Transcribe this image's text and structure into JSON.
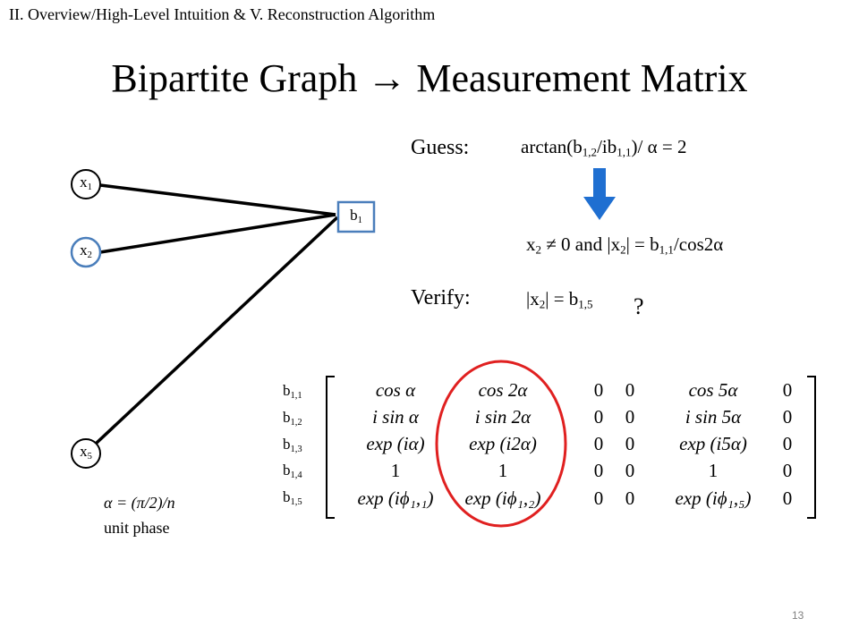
{
  "header": {
    "section": "II. Overview/High-Level Intuition & V. Reconstruction Algorithm",
    "title": "Bipartite Graph → Measurement Matrix"
  },
  "graph": {
    "nodes": [
      {
        "id": "x1",
        "base": "x",
        "sub": "1",
        "stroke": "#000000"
      },
      {
        "id": "x2",
        "base": "x",
        "sub": "2",
        "stroke": "#4a7ebb"
      },
      {
        "id": "x5",
        "base": "x",
        "sub": "5",
        "stroke": "#000000"
      }
    ],
    "measurement_node": {
      "base": "b",
      "sub": "1",
      "stroke": "#4a7ebb"
    },
    "alpha_def": "α = (π/2)/n",
    "unit_phase": "unit phase"
  },
  "guess": {
    "label": "Guess:",
    "formula": {
      "a": "arctan(b",
      "a_sub": "1,2",
      "b": "/ib",
      "b_sub": "1,1",
      "c": ")/ α = 2"
    },
    "arrow_color": "#1f6fd1",
    "result": {
      "a": "x",
      "a_sub": "2",
      "b": " ≠ 0 and |x",
      "b_sub": "2",
      "c": "| = b",
      "c_sub": "1,1",
      "d": "/cos2α"
    }
  },
  "verify": {
    "label": "Verify:",
    "formula": {
      "a": "|x",
      "a_sub": "2",
      "b": "| = b",
      "b_sub": "1,5"
    },
    "question": "?"
  },
  "matrix": {
    "row_labels": [
      {
        "base": "b",
        "sub": "1,1"
      },
      {
        "base": "b",
        "sub": "1,2"
      },
      {
        "base": "b",
        "sub": "1,3"
      },
      {
        "base": "b",
        "sub": "1,4"
      },
      {
        "base": "b",
        "sub": "1,5"
      }
    ],
    "rows": [
      [
        "cos α",
        "cos 2α",
        "0",
        "0",
        "cos 5α",
        "0"
      ],
      [
        "i sin α",
        "i sin 2α",
        "0",
        "0",
        "i sin 5α",
        "0"
      ],
      [
        "exp (iα)",
        "exp (i2α)",
        "0",
        "0",
        "exp (i5α)",
        "0"
      ],
      [
        "1",
        "1",
        "0",
        "0",
        "1",
        "0"
      ],
      [
        "exp (iϕ₁,₁)",
        "exp (iϕ₁,₂)",
        "0",
        "0",
        "exp (iϕ₁,₅)",
        "0"
      ]
    ],
    "highlight_color": "#e02020"
  },
  "footer": {
    "page_number": "13"
  }
}
